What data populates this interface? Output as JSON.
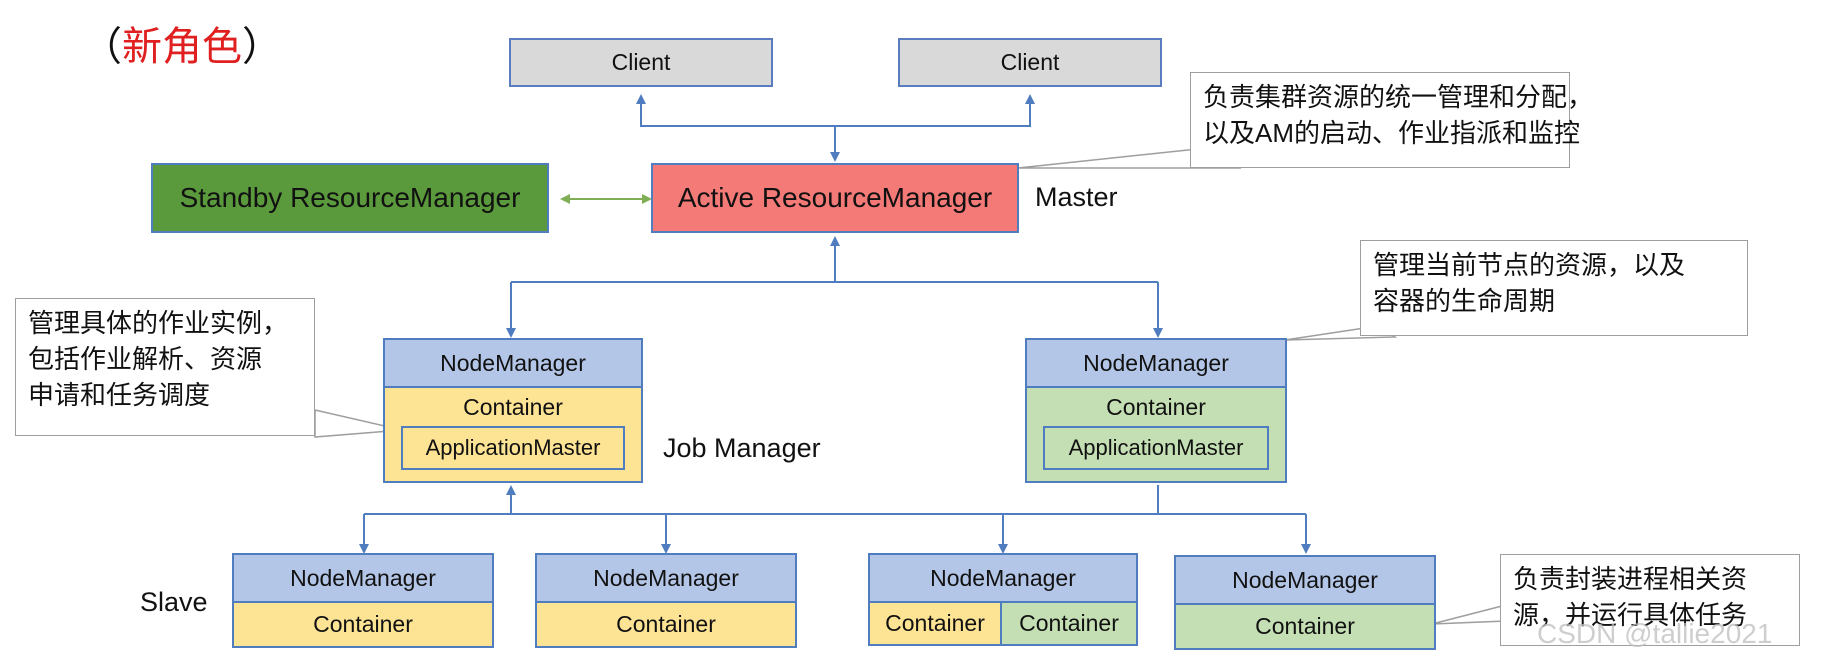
{
  "title": {
    "open": "（",
    "text": "新角色",
    "close": "）"
  },
  "clients": [
    "Client",
    "Client"
  ],
  "standby_rm": "Standby ResourceManager",
  "active_rm": "Active ResourceManager",
  "labels": {
    "master": "Master",
    "job_manager": "Job Manager",
    "slave": "Slave"
  },
  "callouts": {
    "rm": [
      "负责集群资源的统一管理和分配，",
      "以及AM的启动、作业指派和监控"
    ],
    "nm": [
      "管理当前节点的资源，以及",
      "容器的生命周期"
    ],
    "am": [
      "管理具体的作业实例，",
      "包括作业解析、资源",
      "申请和任务调度"
    ],
    "container": [
      "负责封装进程相关资",
      "源，并运行具体任务"
    ]
  },
  "job_nodes": [
    {
      "header": "NodeManager",
      "container": "Container",
      "app_master": "ApplicationMaster",
      "color": "#fde394"
    },
    {
      "header": "NodeManager",
      "container": "Container",
      "app_master": "ApplicationMaster",
      "color": "#c5dfb4"
    }
  ],
  "slave_nodes": [
    {
      "header": "NodeManager",
      "containers": [
        "Container"
      ]
    },
    {
      "header": "NodeManager",
      "containers": [
        "Container"
      ]
    },
    {
      "header": "NodeManager",
      "containers": [
        "Container",
        "Container"
      ]
    },
    {
      "header": "NodeManager",
      "containers": [
        "Container"
      ]
    }
  ],
  "watermark": "CSDN @tallie2021"
}
